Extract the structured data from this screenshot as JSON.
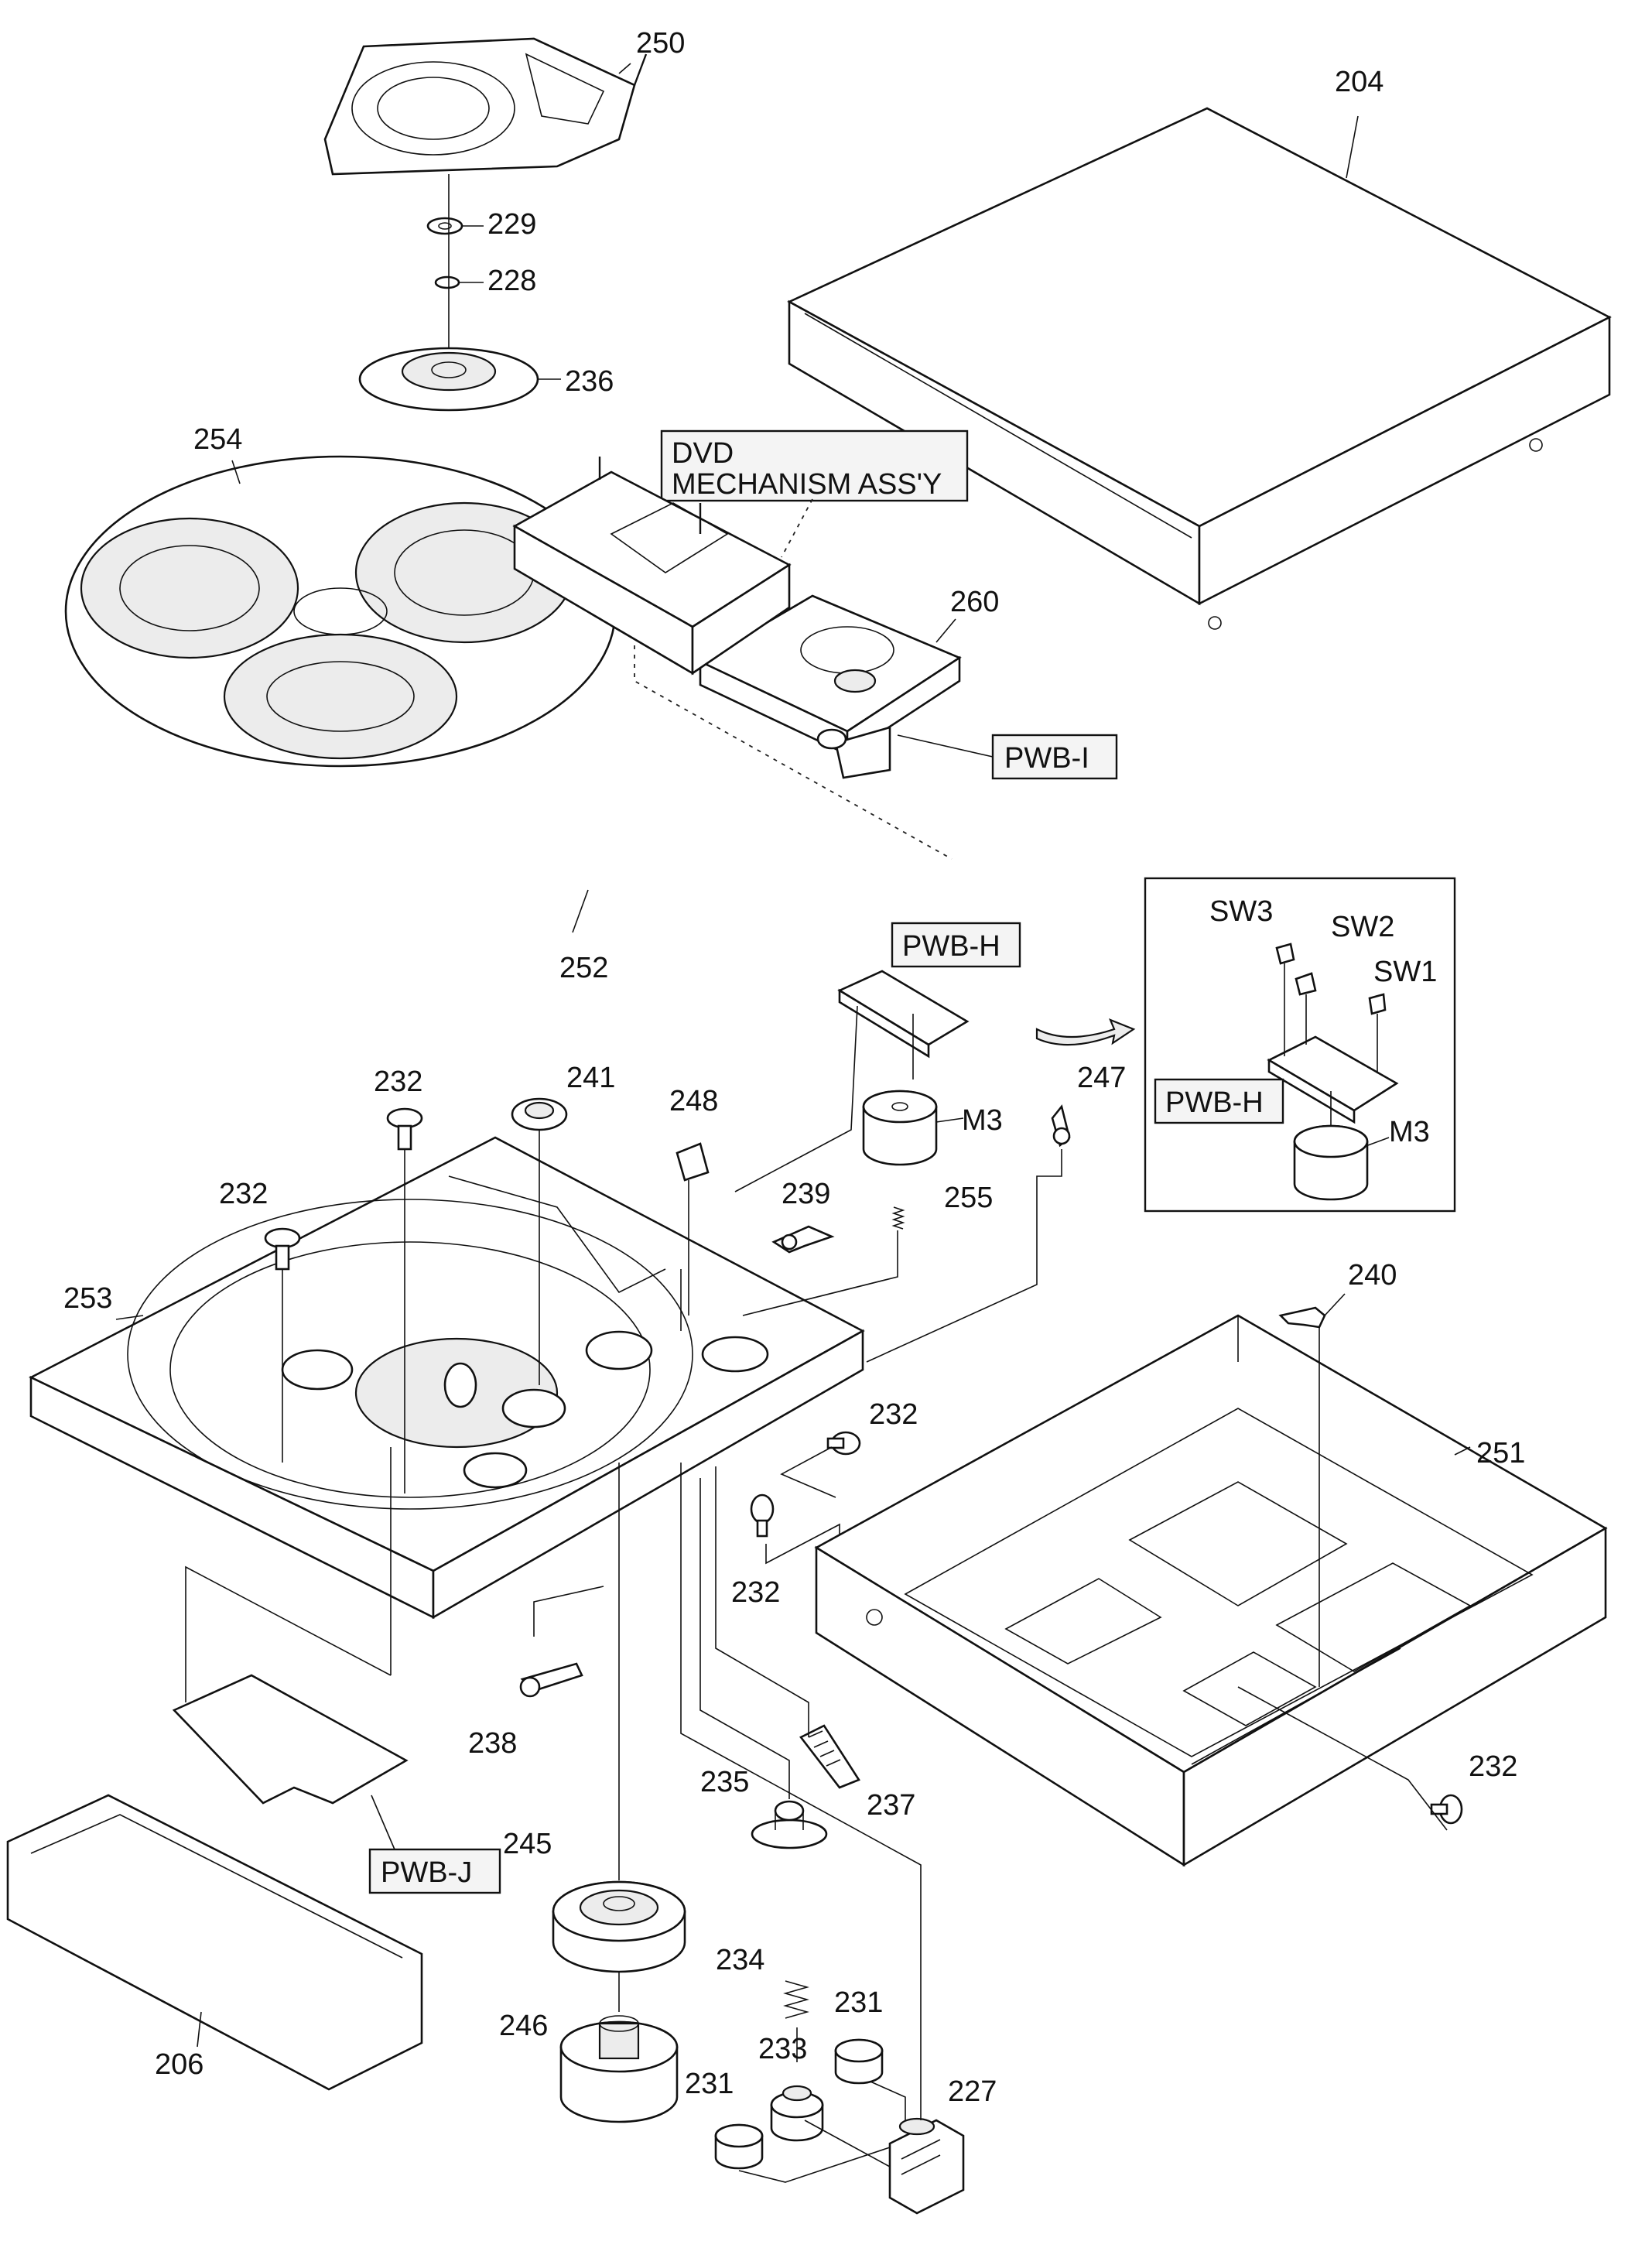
{
  "diagram": {
    "callouts": {
      "p250": "250",
      "p229": "229",
      "p228": "228",
      "p236": "236",
      "p204": "204",
      "p254": "254",
      "p260": "260",
      "p252": "252",
      "p232a": "232",
      "p232b": "232",
      "p232c": "232",
      "p232d": "232",
      "p232e": "232",
      "p241": "241",
      "p248": "248",
      "p247": "247",
      "p239": "239",
      "p255": "255",
      "p253": "253",
      "p240": "240",
      "p251": "251",
      "p238": "238",
      "p235": "235",
      "p237": "237",
      "p245": "245",
      "p206": "206",
      "p246": "246",
      "p234": "234",
      "p231a": "231",
      "p231b": "231",
      "p233": "233",
      "p227": "227",
      "m3_main": "M3",
      "m3_inset": "M3",
      "sw1": "SW1",
      "sw2": "SW2",
      "sw3": "SW3"
    },
    "boxed_labels": {
      "dvd_line1": "DVD",
      "dvd_line2": "MECHANISM ASS'Y",
      "pwb_i": "PWB-I",
      "pwb_h_main": "PWB-H",
      "pwb_h_inset": "PWB-H",
      "pwb_j": "PWB-J"
    }
  }
}
